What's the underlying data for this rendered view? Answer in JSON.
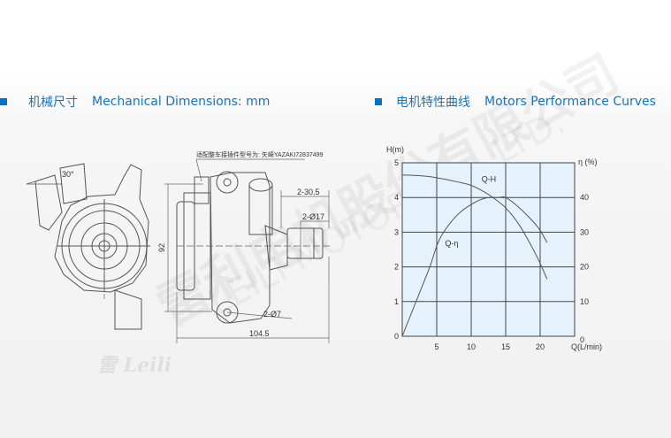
{
  "watermark": {
    "company_cn": "雷利电机股份有限公司",
    "company_en": "LEILI MOTOR CO., LTD.",
    "logo": "雷 Leili"
  },
  "sections": {
    "dimensions": {
      "title_cn": "机械尺寸",
      "title_en": "Mechanical Dimensions: mm"
    },
    "curves": {
      "title_cn": "电机特性曲线",
      "title_en": "Motors Performance Curves"
    }
  },
  "drawing": {
    "angle": "30°",
    "connector_note": "适配整车接插件型号为: 矢崎YAZAKI72837499",
    "height": "92",
    "width": "104.5",
    "port_length": "2-30.5",
    "port_diameter": "2-Ø17",
    "hole_diameter": "2-Ø7"
  },
  "chart_data": {
    "type": "line",
    "xlabel": "Q(L/min)",
    "ylabel": "H(m)",
    "y2label": "η (%)",
    "xlim": [
      0,
      25
    ],
    "ylim": [
      0,
      5
    ],
    "y2lim": [
      0,
      50
    ],
    "xticks": [
      5,
      10,
      15,
      20
    ],
    "yticks": [
      0,
      1,
      2,
      3,
      4,
      5
    ],
    "y2ticks": [
      0,
      10,
      20,
      30,
      40
    ],
    "grid": true,
    "series": [
      {
        "name": "Q-H",
        "axis": "left",
        "x": [
          0,
          3,
          5,
          8,
          10,
          12,
          13,
          15,
          17,
          19,
          20,
          21
        ],
        "y": [
          4.65,
          4.62,
          4.57,
          4.45,
          4.35,
          4.15,
          4.02,
          3.7,
          3.2,
          2.5,
          2.1,
          1.65
        ]
      },
      {
        "name": "Q-η",
        "axis": "right",
        "x": [
          0,
          2,
          4,
          5,
          6,
          8,
          10,
          12,
          14,
          15,
          17,
          19,
          20,
          21
        ],
        "y": [
          0,
          10,
          20,
          26,
          30,
          35,
          38,
          39.8,
          40,
          40,
          37,
          33,
          30.5,
          27
        ]
      }
    ],
    "colors": {
      "plot_bg": "#e6f2fb",
      "grid": "#444444",
      "curve": "#555555"
    }
  }
}
